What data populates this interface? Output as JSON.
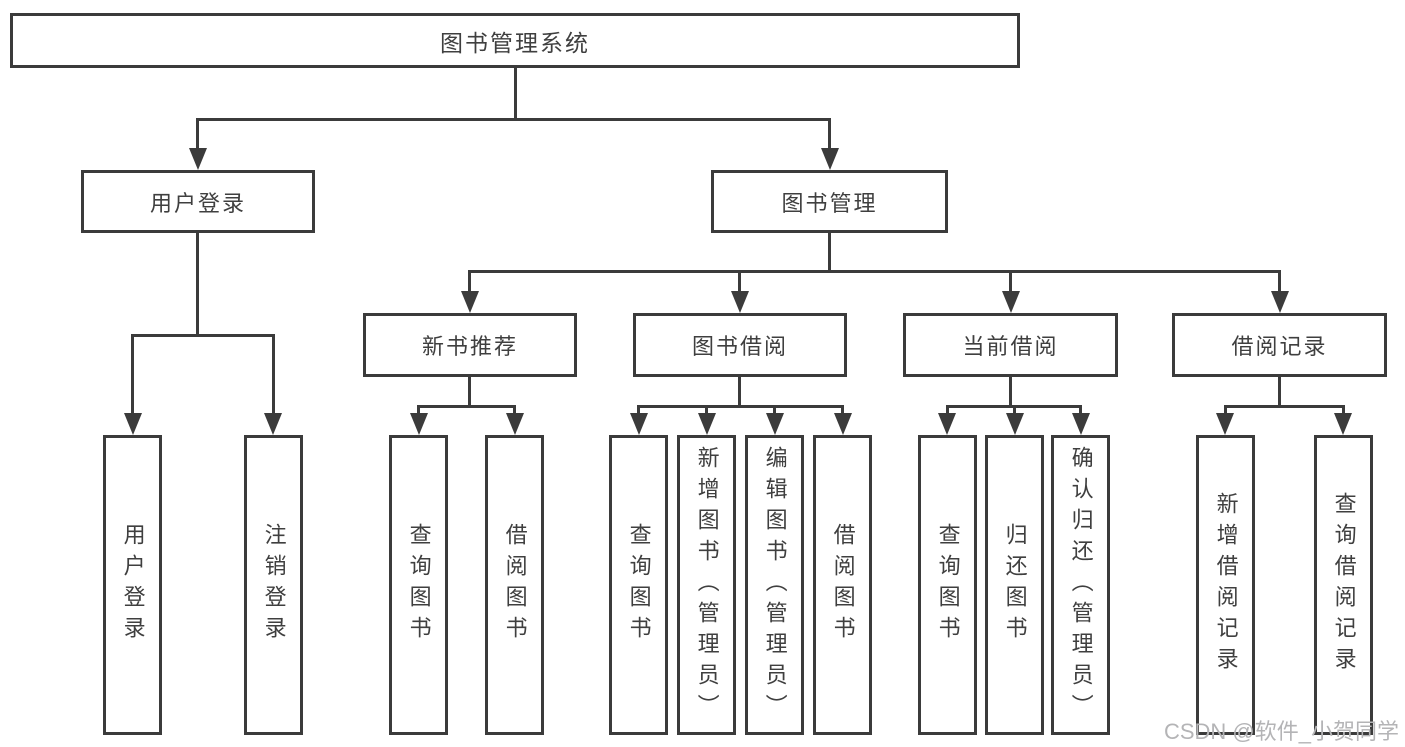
{
  "tree": {
    "root": {
      "label": "图书管理系统"
    },
    "branches": [
      {
        "label": "用户登录",
        "children": [
          {
            "label": "用户登录"
          },
          {
            "label": "注销登录"
          }
        ]
      },
      {
        "label": "图书管理",
        "children": [
          {
            "label": "新书推荐",
            "children": [
              {
                "label": "查询图书"
              },
              {
                "label": "借阅图书"
              }
            ]
          },
          {
            "label": "图书借阅",
            "children": [
              {
                "label": "查询图书"
              },
              {
                "label": "新增图书（管理员）"
              },
              {
                "label": "编辑图书（管理员）"
              },
              {
                "label": "借阅图书"
              }
            ]
          },
          {
            "label": "当前借阅",
            "children": [
              {
                "label": "查询图书"
              },
              {
                "label": "归还图书"
              },
              {
                "label": "确认归还（管理员）"
              }
            ]
          },
          {
            "label": "借阅记录",
            "children": [
              {
                "label": "新增借阅记录"
              },
              {
                "label": "查询借阅记录"
              }
            ]
          }
        ]
      }
    ]
  },
  "watermark": {
    "text": "CSDN @软件_小贺同学"
  },
  "colors": {
    "line": "#3b3b3b",
    "text": "#3f3f3f",
    "watermark": "#b4b4b6",
    "background": "#ffffff"
  }
}
